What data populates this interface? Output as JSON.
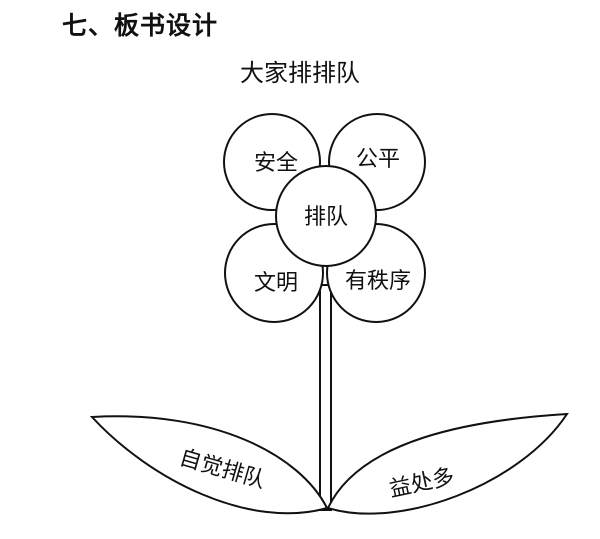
{
  "heading": "七、板书设计",
  "title": "大家排排队",
  "flower": {
    "center": "排队",
    "petals": {
      "top_left": "安全",
      "top_right": "公平",
      "bottom_left": "文明",
      "bottom_right": "有秩序"
    }
  },
  "leaves": {
    "left": "自觉排队",
    "right": "益处多"
  }
}
